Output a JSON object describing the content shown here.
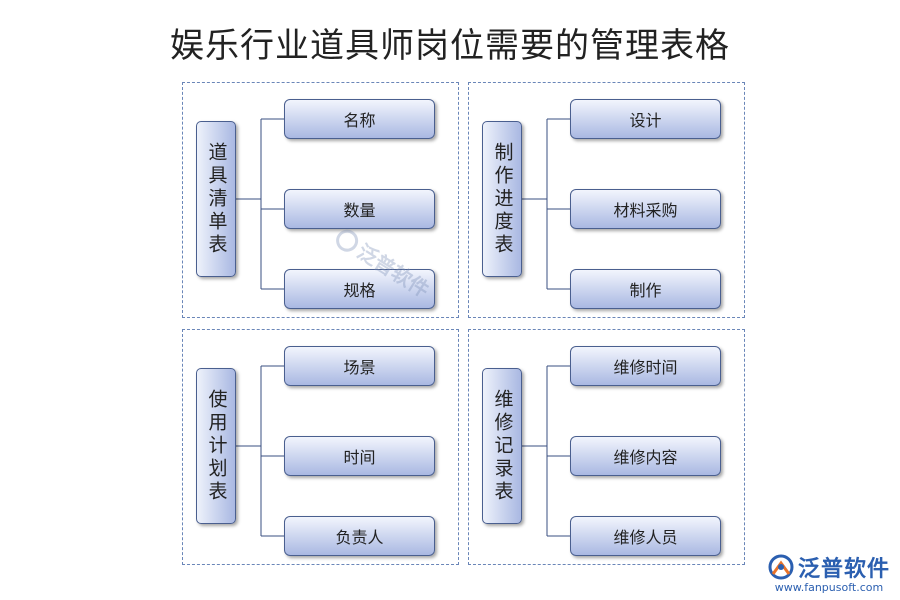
{
  "title": "娱乐行业道具师岗位需要的管理表格",
  "panels": [
    {
      "label": "道具清单表",
      "items": [
        "名称",
        "数量",
        "规格"
      ]
    },
    {
      "label": "制作进度表",
      "items": [
        "设计",
        "材料采购",
        "制作"
      ]
    },
    {
      "label": "使用计划表",
      "items": [
        "场景",
        "时间",
        "负责人"
      ]
    },
    {
      "label": "维修记录表",
      "items": [
        "维修时间",
        "维修内容",
        "维修人员"
      ]
    }
  ],
  "watermark": "泛普软件",
  "brand": {
    "name": "泛普软件",
    "url": "www.fanpusoft.com",
    "logo_icon": "fanpu-logo-icon"
  },
  "colors": {
    "border": "#4a5f8f",
    "fill": "#a9b8e2",
    "dashed": "#6a86b8",
    "line": "#3a4f80",
    "brand": "#2b5fb0"
  }
}
